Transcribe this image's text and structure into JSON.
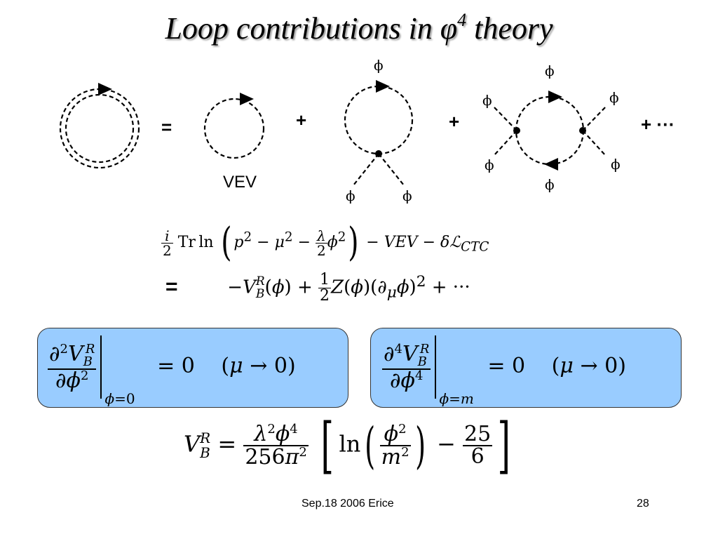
{
  "slide": {
    "title_main": "Loop contributions in φ",
    "title_power": "4",
    "title_end": " theory"
  },
  "diagrams": {
    "field_label": "ϕ",
    "equals": "=",
    "plus": "+",
    "ellipsis": "+ ···",
    "vev_label": "VEV"
  },
  "equations": {
    "eq1": "(i/2) Tr ln ( p² − μ² − (λ/2) ϕ² ) − VEV − δℒ_CTC",
    "eq2": "= −V_B^R(ϕ) + (1/2) Z(ϕ)(∂_μ ϕ)² + ···",
    "box1": "∂²V_B^R/∂ϕ² |_{ϕ=0} = 0 (μ → 0)",
    "box2": "∂⁴V_B^R/∂ϕ⁴ |_{ϕ=m} = 0 (μ → 0)",
    "potential": "V_B^R = λ²ϕ⁴/(256π²) [ ln( ϕ²/m² ) − 25/6 ]"
  },
  "footer": {
    "event": "Sep.18 2006 Erice",
    "page_number": "28"
  },
  "colors": {
    "box_fill": "#99ccff",
    "box_border": "#333333"
  }
}
